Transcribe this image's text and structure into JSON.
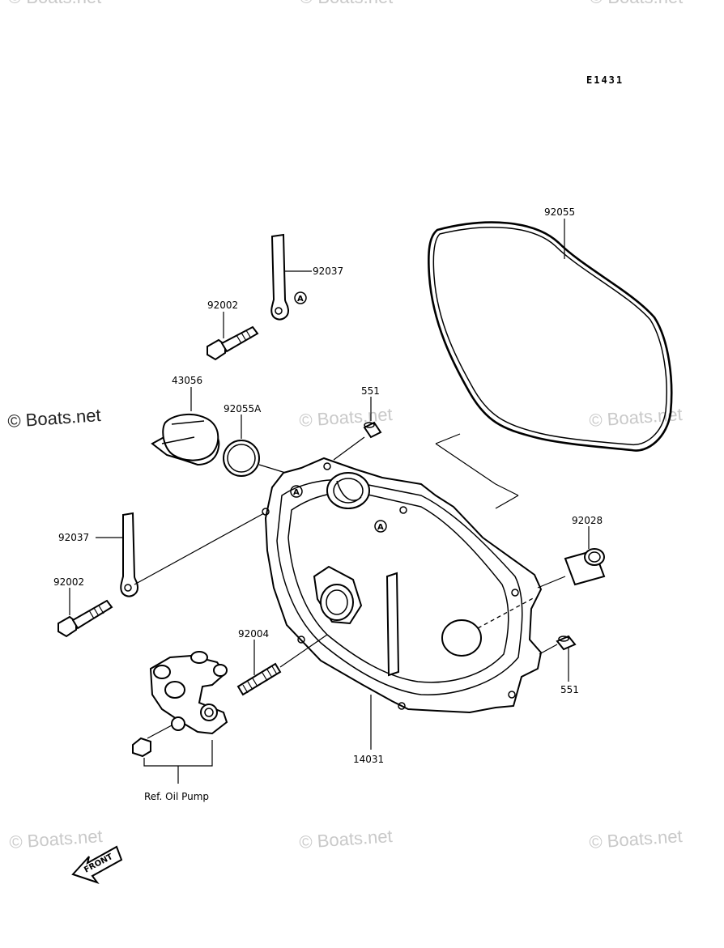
{
  "diagram_code": "E1431",
  "credit": "© Boats.net",
  "watermark": "© Boats.net",
  "ref_marker": "A",
  "labels": {
    "gasket_large": "92055",
    "strap_top": "92037",
    "bolt_top": "92002",
    "cap": "43056",
    "o_ring": "92055A",
    "dowel_top": "551",
    "strap_left": "92037",
    "bolt_left": "92002",
    "stud": "92004",
    "bushing": "92028",
    "dowel_right": "551",
    "cover": "14031",
    "ref_oil_pump": "Ref. Oil Pump"
  },
  "front_arrow": "FRONT"
}
